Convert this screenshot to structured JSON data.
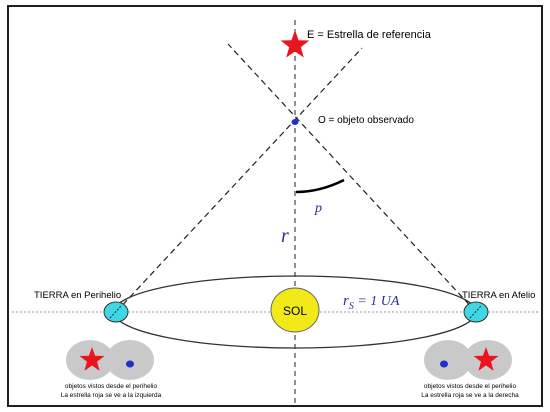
{
  "labels": {
    "reference_star": "E = Estrella de referencia",
    "observed_object": "O = objeto observado",
    "parallax_symbol": "p",
    "distance_symbol": "r",
    "sun": "SOL",
    "earth_perihelion": "TIERRA en Perihelio",
    "earth_aphelion": "TIERRA en Afelio",
    "orbit_radius_main": "r",
    "orbit_radius_sub": "S",
    "orbit_radius_rest": " = 1 UA",
    "view_left_line1": "objetos  vistos  desde  el perihelio",
    "view_left_line2": "La estrella roja se ve a la izquierda",
    "view_right_line1": "objetos  vistos  desde  el perihelio",
    "view_right_line2": "La estrella roja se ve a la derecha"
  },
  "colors": {
    "frame": "#1f1f1f",
    "star": "#e8141e",
    "object": "#1e32c8",
    "sun": "#f2ea18",
    "earth": "#3fd6e6",
    "view_blob": "#c9c9c9",
    "label_accent": "#2b2f9c"
  },
  "icons": {
    "reference_star": "star-icon",
    "sun": "sun-icon",
    "earth": "earth-icon"
  }
}
